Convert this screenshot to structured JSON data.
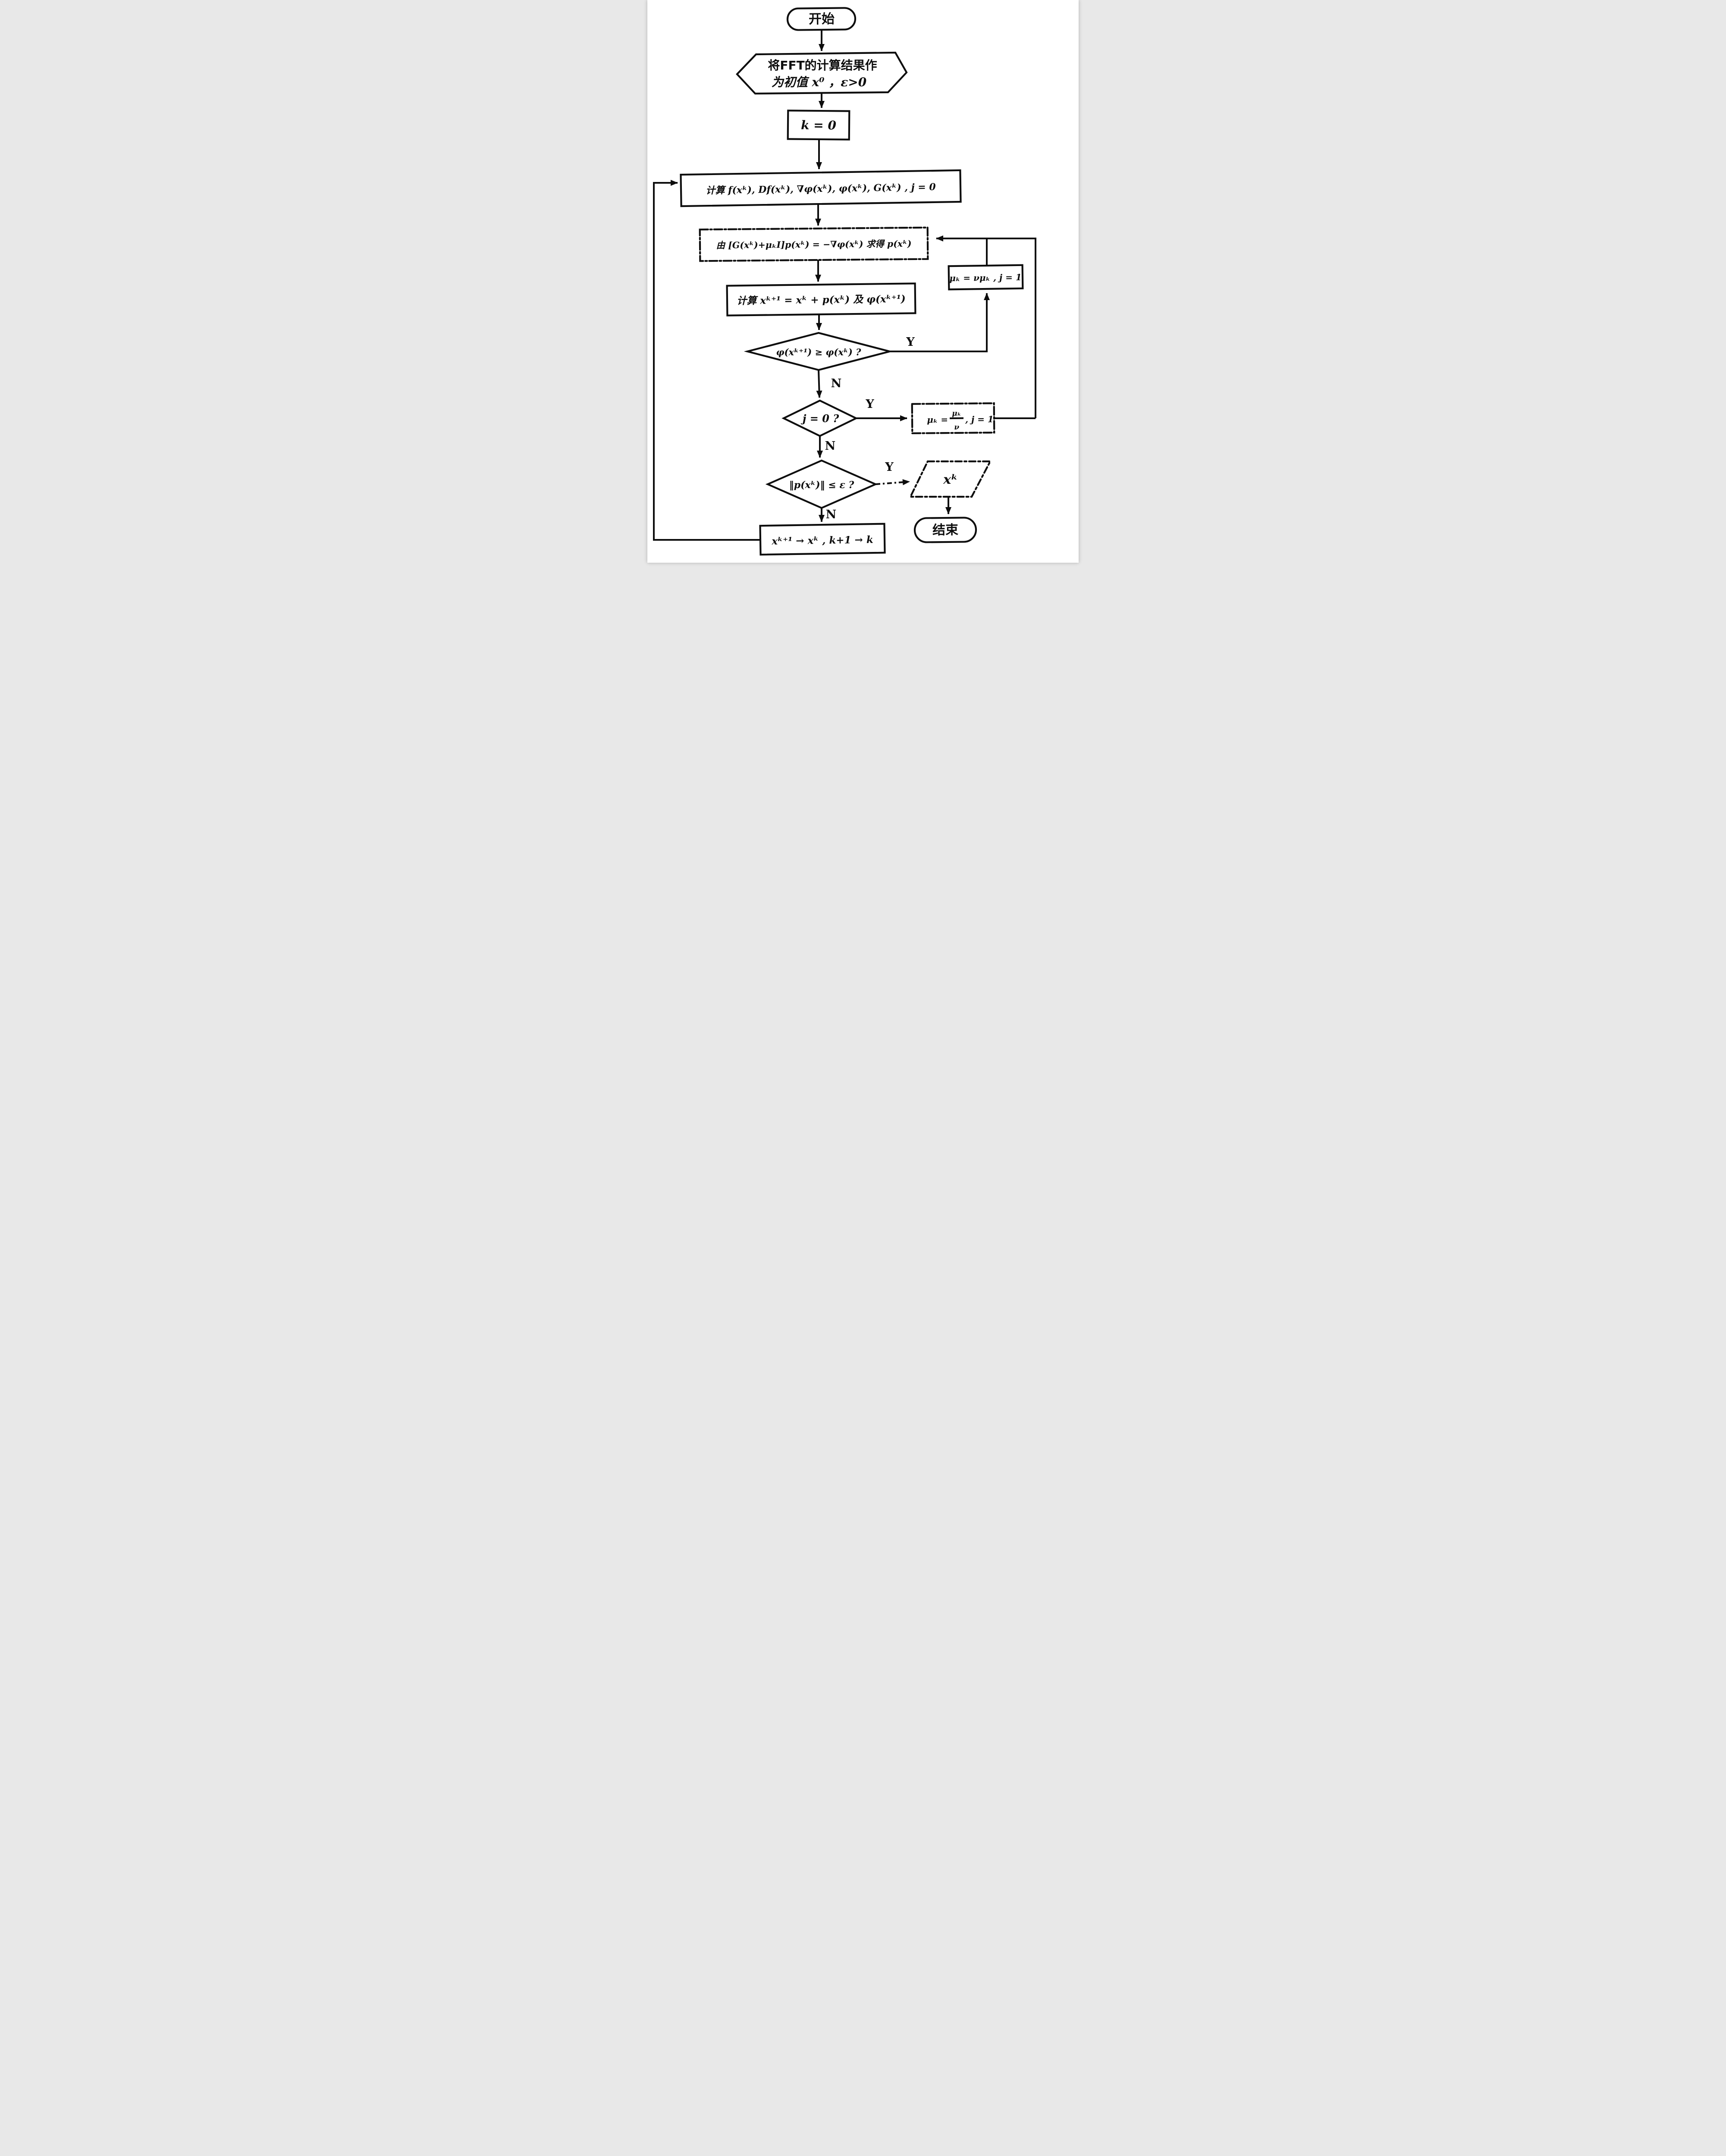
{
  "terminals": {
    "start": "开始",
    "end": "结束"
  },
  "hexagon": {
    "line1": "将FFT的计算结果作",
    "line2": "为初值 x⁰ ，ε>0"
  },
  "boxes": {
    "init_k": "k = 0",
    "compute": "计算  f(xᵏ), Df(xᵏ), ∇φ(xᵏ), φ(xᵏ), G(xᵏ) , j = 0",
    "solve": "由 [G(xᵏ)+μₖI]p(xᵏ) = −∇φ(xᵏ) 求得 p(xᵏ)",
    "update_x": "计算 xᵏ⁺¹ = xᵏ + p(xᵏ) 及 φ(xᵏ⁺¹)",
    "mu_increase": "μₖ = νμₖ , j = 1",
    "mu_decrease": {
      "prefix": "μₖ =",
      "numerator": "μₖ",
      "denominator": "ν",
      "suffix": ", j = 1"
    },
    "iterate": "xᵏ⁺¹ → xᵏ ,  k+1 → k",
    "output": "xᵏ"
  },
  "decisions": {
    "d1": "φ(xᵏ⁺¹) ≥ φ(xᵏ) ?",
    "d2": "j = 0 ?",
    "d3": "‖p(xᵏ)‖ ≤ ε ?"
  },
  "branch_labels": {
    "yes": "Y",
    "no": "N"
  },
  "colors": {
    "ink": "#0d0d0d",
    "paper": "#ffffff"
  }
}
